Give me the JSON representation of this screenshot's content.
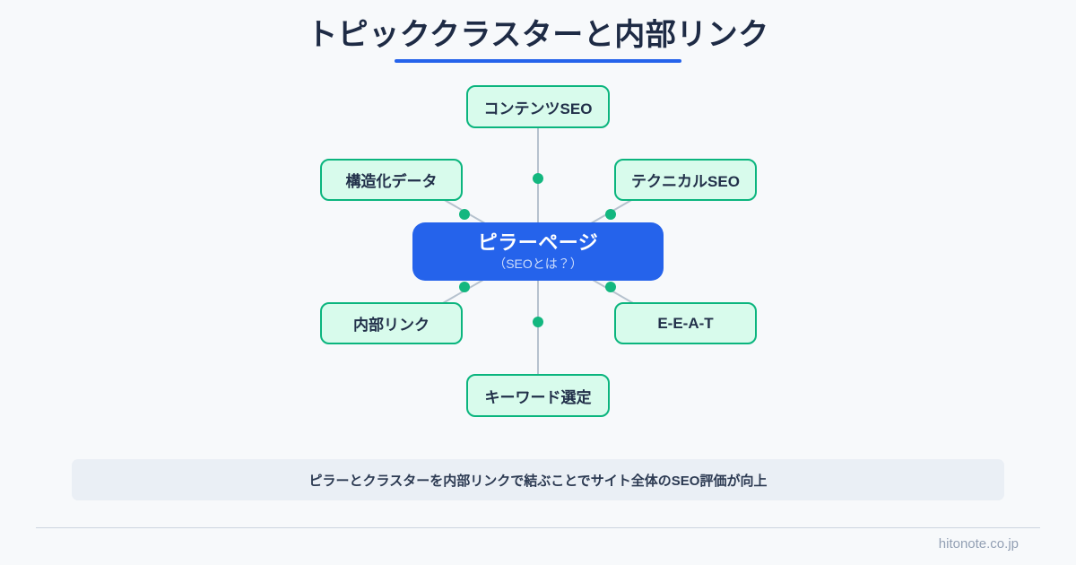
{
  "page": {
    "background_color": "#f7f9fb",
    "title": "トピッククラスターと内部リンク",
    "title_color": "#1e2b45",
    "accent_color": "#2563eb"
  },
  "diagram": {
    "type": "hub-and-spoke",
    "pillar": {
      "label": "ピラーページ",
      "sublabel": "（SEOとは？）",
      "fill_color": "#2563eb",
      "text_color": "#ffffff"
    },
    "cluster_fill_color": "#d8fbec",
    "cluster_border_color": "#0bb57e",
    "edge_color": "#b6c2ce",
    "edge_dot_color": "#13b77f",
    "clusters": [
      {
        "id": "content-seo",
        "label": "コンテンツSEO",
        "position": "top"
      },
      {
        "id": "structured-data",
        "label": "構造化データ",
        "position": "upper-left"
      },
      {
        "id": "technical-seo",
        "label": "テクニカルSEO",
        "position": "upper-right"
      },
      {
        "id": "internal-links",
        "label": "内部リンク",
        "position": "lower-left"
      },
      {
        "id": "e-e-a-t",
        "label": "E-E-A-T",
        "position": "lower-right"
      },
      {
        "id": "keyword-research",
        "label": "キーワード選定",
        "position": "bottom"
      }
    ]
  },
  "caption": {
    "text": "ピラーとクラスターを内部リンクで結ぶことでサイト全体のSEO評価が向上"
  },
  "footer": {
    "site": "hitonote.co.jp"
  }
}
